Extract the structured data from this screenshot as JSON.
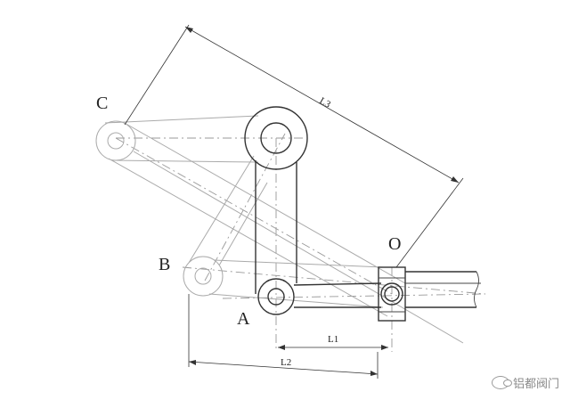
{
  "labels": {
    "point_c": "C",
    "point_b": "B",
    "point_a": "A",
    "point_o": "O",
    "dim_l1": "L1",
    "dim_l2": "L2",
    "dim_l3": "L3"
  },
  "watermark": {
    "text": "铝都阀门",
    "icon": "wechat-icon"
  }
}
